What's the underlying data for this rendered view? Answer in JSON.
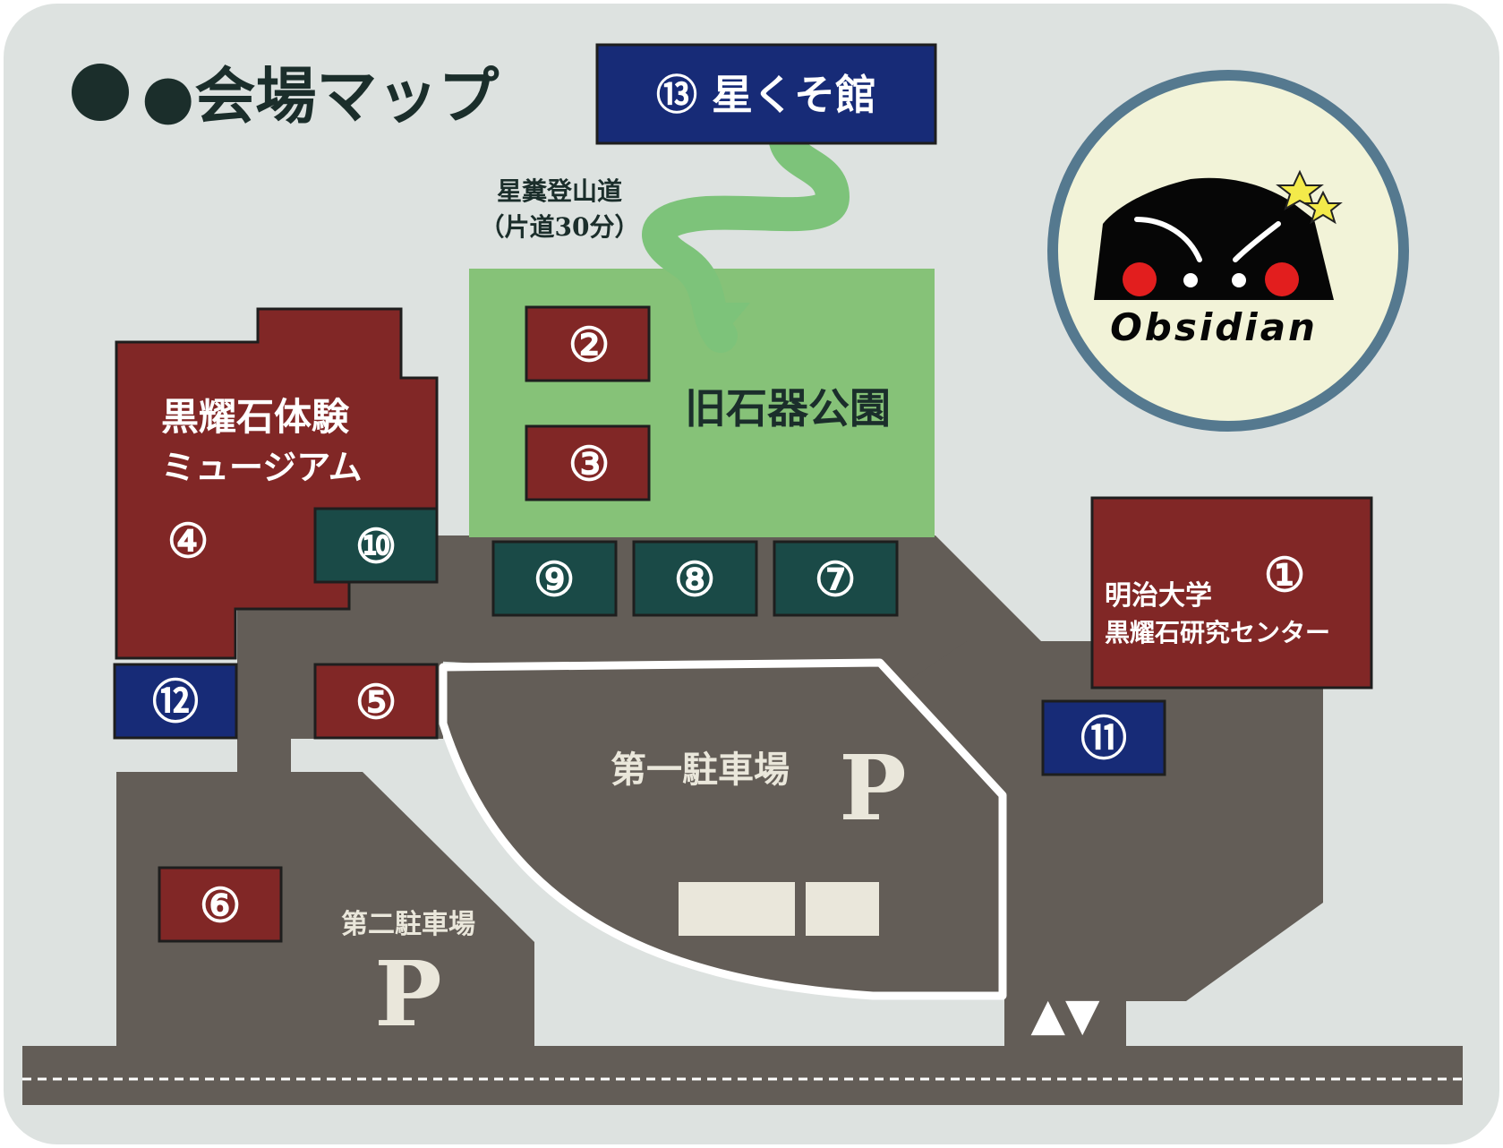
{
  "title": "●会場マップ",
  "colors": {
    "background": "#dde2e0",
    "road": "#635d57",
    "building_red": "#812726",
    "building_teal": "#1a4a47",
    "building_navy": "#172b77",
    "park_green": "#86c278",
    "trail_green": "#7dc37a",
    "cream": "#eae7db",
    "logo_ring": "#55798f",
    "logo_fill": "#f2f3d8"
  },
  "markers": {
    "m1": "①",
    "m2": "②",
    "m3": "③",
    "m4": "④",
    "m5": "⑤",
    "m6": "⑥",
    "m7": "⑦",
    "m8": "⑧",
    "m9": "⑨",
    "m10": "⑩",
    "m11": "⑪",
    "m12": "⑫",
    "m13": "⑬ 星くそ館"
  },
  "labels": {
    "museum_line1": "黒耀石体験",
    "museum_line2": "ミュージアム",
    "park": "旧石器公園",
    "meiji_line1": "明治大学",
    "meiji_line2": "黒耀石研究センター",
    "trail_line1": "星糞登山道",
    "trail_line2": "（片道30分）",
    "parking1": "第一駐車場",
    "parking2": "第二駐車場",
    "parking_symbol": "P",
    "entrance_arrows": "▲▼"
  },
  "logo": {
    "text": "Obsidian",
    "icon": "obsidian-rock-mascot-icon"
  }
}
